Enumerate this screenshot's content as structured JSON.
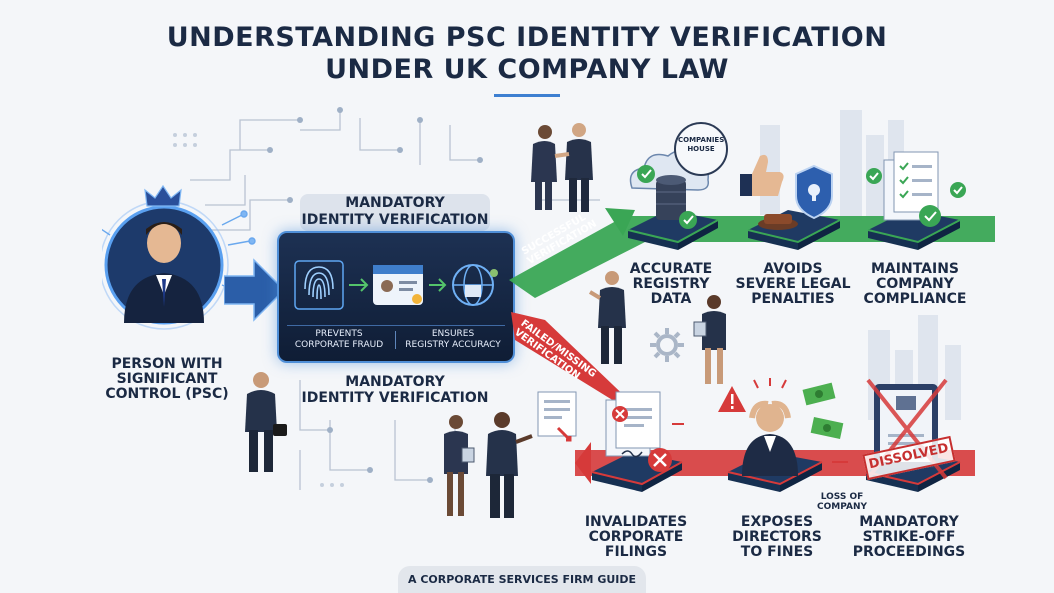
{
  "title": {
    "line1": "UNDERSTANDING PSC IDENTITY VERIFICATION",
    "line2": "UNDER UK COMPANY LAW"
  },
  "psc": {
    "label_lines": [
      "PERSON WITH",
      "SIGNIFICANT",
      "CONTROL (PSC)"
    ]
  },
  "verification_panel": {
    "top_label_lines": [
      "MANDATORY",
      "IDENTITY VERIFICATION"
    ],
    "bottom_label_lines": [
      "MANDATORY",
      "IDENTITY VERIFICATION"
    ],
    "benefit_left_lines": [
      "PREVENTS",
      "CORPORATE FRAUD"
    ],
    "benefit_right_lines": [
      "ENSURES",
      "REGISTRY ACCURACY"
    ]
  },
  "success_path": {
    "arrow_label_lines": [
      "SUCCESSFUL",
      "VERIFICATION"
    ],
    "badge_text_lines": [
      "COMPANIES",
      "HOUSE"
    ],
    "outcomes": [
      {
        "lines": [
          "ACCURATE",
          "REGISTRY",
          "DATA"
        ]
      },
      {
        "lines": [
          "AVOIDS",
          "SEVERE LEGAL",
          "PENALTIES"
        ]
      },
      {
        "lines": [
          "MAINTAINS",
          "COMPANY",
          "COMPLIANCE"
        ]
      }
    ]
  },
  "failure_path": {
    "arrow_label_lines": [
      "FAILED/MISSING",
      "VERIFICATION"
    ],
    "loss_label_lines": [
      "LOSS OF",
      "COMPANY"
    ],
    "stamp_text": "DISSOLVED",
    "outcomes": [
      {
        "lines": [
          "INVALIDATES",
          "CORPORATE",
          "FILINGS"
        ]
      },
      {
        "lines": [
          "EXPOSES",
          "DIRECTORS",
          "TO FINES"
        ]
      },
      {
        "lines": [
          "MANDATORY",
          "STRIKE-OFF",
          "PROCEEDINGS"
        ]
      }
    ]
  },
  "footer": "A CORPORATE SERVICES FIRM GUIDE",
  "colors": {
    "navy": "#1b2a44",
    "accent_blue": "#3d7fd1",
    "success_green": "#2f9e44",
    "failure_red": "#d63a3a",
    "panel_dark": "#12213d"
  },
  "icons": [
    "crown-icon",
    "fingerprint-icon",
    "id-card-icon",
    "globe-icon",
    "cloud-database-icon",
    "thumbs-up-icon",
    "gavel-icon",
    "shield-lock-icon",
    "checklist-icon",
    "rejected-document-icon",
    "warning-icon",
    "money-icon",
    "dissolved-certificate-icon",
    "gear-icon"
  ]
}
